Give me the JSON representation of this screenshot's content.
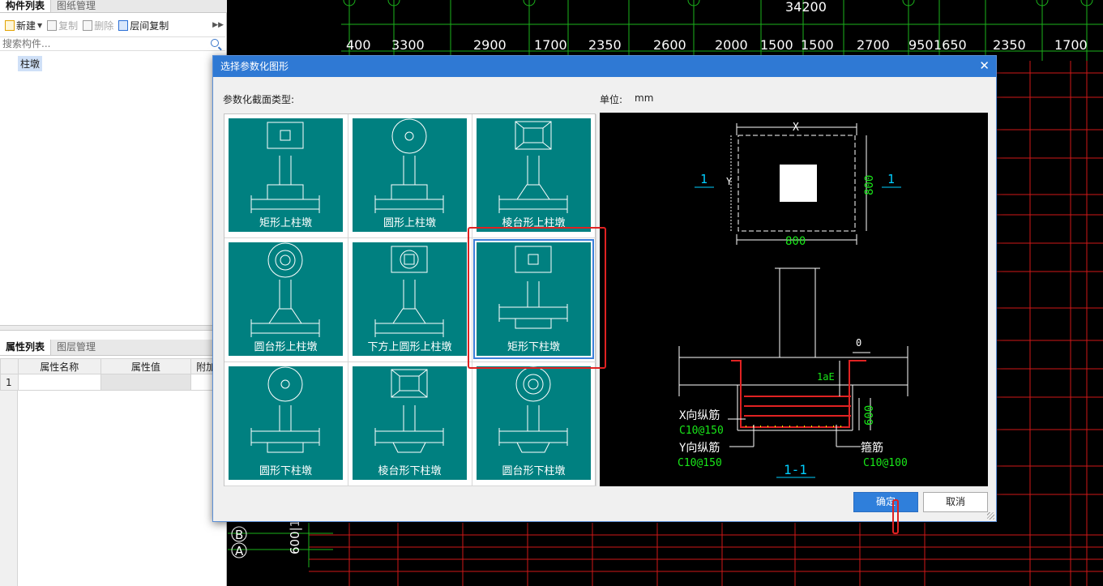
{
  "left_panel": {
    "tabs": [
      "构件列表",
      "图纸管理"
    ],
    "toolbar": {
      "new": "新建",
      "copy": "复制",
      "delete": "删除",
      "layer_copy": "层间复制"
    },
    "search_placeholder": "搜索构件...",
    "tree_items": [
      "柱墩"
    ],
    "prop_tabs": [
      "属性列表",
      "图层管理"
    ],
    "prop_headers": [
      "属性名称",
      "属性值",
      "附加"
    ],
    "prop_row_num": "1"
  },
  "cad": {
    "total_dimension": "34200",
    "dimensions": [
      "400",
      "3300",
      "2900",
      "1700",
      "2350",
      "2600",
      "2000",
      "1500",
      "1500",
      "2700",
      "950",
      "1650",
      "2350",
      "1700"
    ],
    "axis_labels": [
      "B",
      "A"
    ],
    "side_text": "600|1"
  },
  "dialog": {
    "title": "选择参数化图形",
    "section_label": "参数化截面类型:",
    "unit_label": "单位:",
    "unit_value": "mm",
    "shapes": [
      {
        "label": "矩形上柱墩",
        "top": "rect",
        "style": "up"
      },
      {
        "label": "圆形上柱墩",
        "top": "circle",
        "style": "up"
      },
      {
        "label": "棱台形上柱墩",
        "top": "frustum",
        "style": "up-sloped"
      },
      {
        "label": "圆台形上柱墩",
        "top": "ring",
        "style": "up-sloped"
      },
      {
        "label": "下方上圆形上柱墩",
        "top": "rect-circle",
        "style": "up-sloped"
      },
      {
        "label": "矩形下柱墩",
        "top": "rect",
        "style": "down",
        "selected": true
      },
      {
        "label": "圆形下柱墩",
        "top": "circle",
        "style": "down"
      },
      {
        "label": "棱台形下柱墩",
        "top": "frustum",
        "style": "down-sloped"
      },
      {
        "label": "圆台形下柱墩",
        "top": "ring",
        "style": "down-sloped"
      }
    ],
    "preview": {
      "x_label": "X",
      "y_label": "Y",
      "width_dim": "800",
      "height_dim": "800",
      "section_mark": "1",
      "depth_dim": "600",
      "offset_dim": "0",
      "anchor_label": "1aE",
      "x_rebar_label": "X向纵筋",
      "x_rebar_value": "C10@150",
      "y_rebar_label": "Y向纵筋",
      "y_rebar_value": "C10@150",
      "stirrup_label": "箍筋",
      "stirrup_value": "C10@100",
      "section_name": "1-1"
    },
    "ok_label": "确定",
    "cancel_label": "取消"
  }
}
